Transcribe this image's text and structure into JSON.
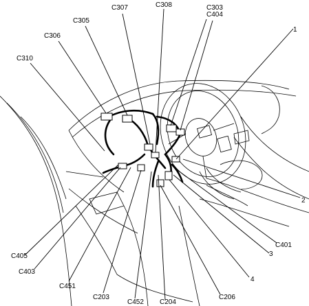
{
  "diagram": {
    "labels": {
      "c307": "C307",
      "c308": "C308",
      "c303": "C303",
      "c404": "C404",
      "c305": "C305",
      "c306": "C306",
      "c310": "C310",
      "callout_1": "1",
      "callout_2": "2",
      "c401": "C401",
      "callout_3": "3",
      "callout_4": "4",
      "c206": "C206",
      "c204": "C204",
      "c452": "C452",
      "c203": "C203",
      "c451": "C451",
      "c403": "C403",
      "c405": "C405"
    }
  }
}
